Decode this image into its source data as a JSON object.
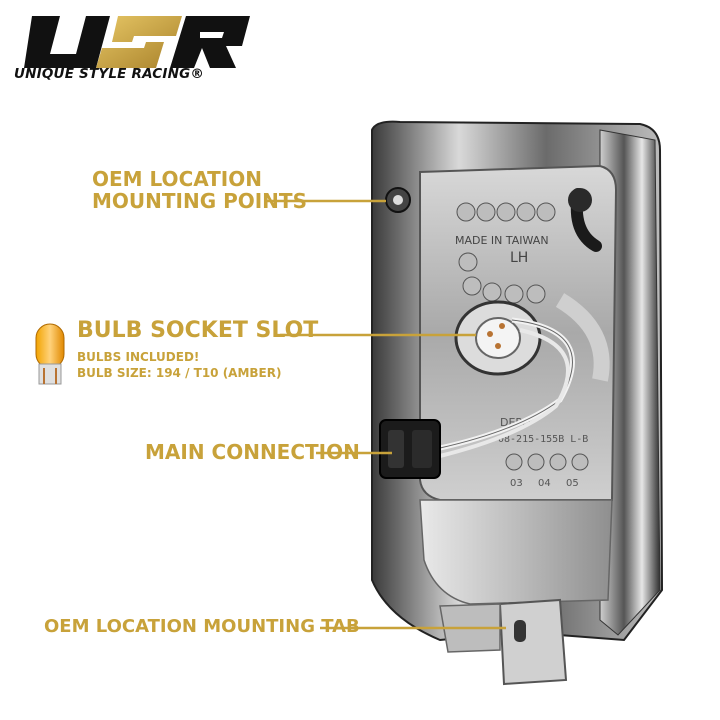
{
  "brand": {
    "logo_text": "USR",
    "tagline": "UNIQUE STYLE RACING®"
  },
  "callouts": {
    "mounting_points": [
      "OEM LOCATION",
      "MOUNTING POINTS"
    ],
    "bulb_socket": {
      "title": "BULB SOCKET SLOT",
      "line1": "BULBS INCLUDED!",
      "line2": "BULB SIZE: 194 / T10 (AMBER)"
    },
    "main_connection": "MAIN CONNECTION",
    "mounting_tab": "OEM LOCATION MOUNTING TAB"
  },
  "housing_markings": {
    "made_in": "MADE IN TAIWAN",
    "side": "LH",
    "maker": "DEPO",
    "part_no": "08-215-155B L-B",
    "dates": [
      "03",
      "04",
      "05"
    ]
  },
  "colors": {
    "accent": "#c8a23a",
    "text_dark": "#111111",
    "chrome": "#9a9a9a"
  },
  "icons": [
    "amber-bulb-icon",
    "usr-logo-icon"
  ]
}
